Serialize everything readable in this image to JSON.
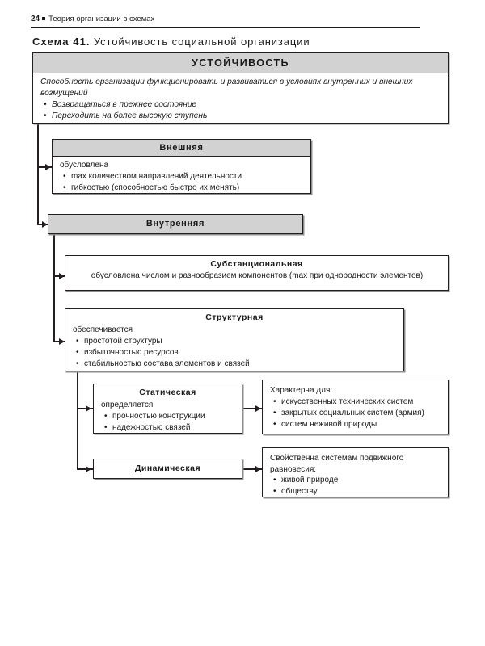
{
  "page": {
    "number": "24",
    "running_title": "Теория организации в схемах"
  },
  "caption": {
    "label": "Схема 41.",
    "title": "Устойчивость социальной организации"
  },
  "diagram": {
    "root": {
      "header": "УСТОЙЧИВОСТЬ",
      "lead": "Способность организации функционировать и развиваться в условиях внутренних и внешних возмущений",
      "items": [
        "Возвращаться в прежнее состояние",
        "Переходить на более высокую ступень"
      ]
    },
    "external": {
      "header": "Внешняя",
      "lead": "обусловлена",
      "items": [
        "max количеством направлений деятельности",
        "гибкостью (способностью быстро их менять)"
      ]
    },
    "internal": {
      "header": "Внутренняя"
    },
    "substantial": {
      "title": "Субстанциональная",
      "lead": "обусловлена числом и разнообразием компонентов (max при однородности элементов)"
    },
    "structural": {
      "title": "Структурная",
      "lead": "обеспечивается",
      "items": [
        "простотой структуры",
        "избыточностью ресурсов",
        "стабильностью состава элементов и связей"
      ]
    },
    "static": {
      "title": "Статическая",
      "lead": "определяется",
      "items": [
        "прочностью конструкции",
        "надежностью связей"
      ]
    },
    "static_note": {
      "lead": "Характерна для:",
      "items": [
        "искусственных технических систем",
        "закрытых социальных систем (армия)",
        "систем неживой природы"
      ]
    },
    "dynamic": {
      "title": "Динамическая"
    },
    "dynamic_note": {
      "lead": "Свойственна системам подвижного равновесия:",
      "items": [
        "живой природе",
        "обществу"
      ]
    }
  },
  "colors": {
    "header_fill": "#d2d2d2",
    "stroke": "#231f20",
    "shadow": "#8d8d8d",
    "page_bg": "#ffffff"
  }
}
